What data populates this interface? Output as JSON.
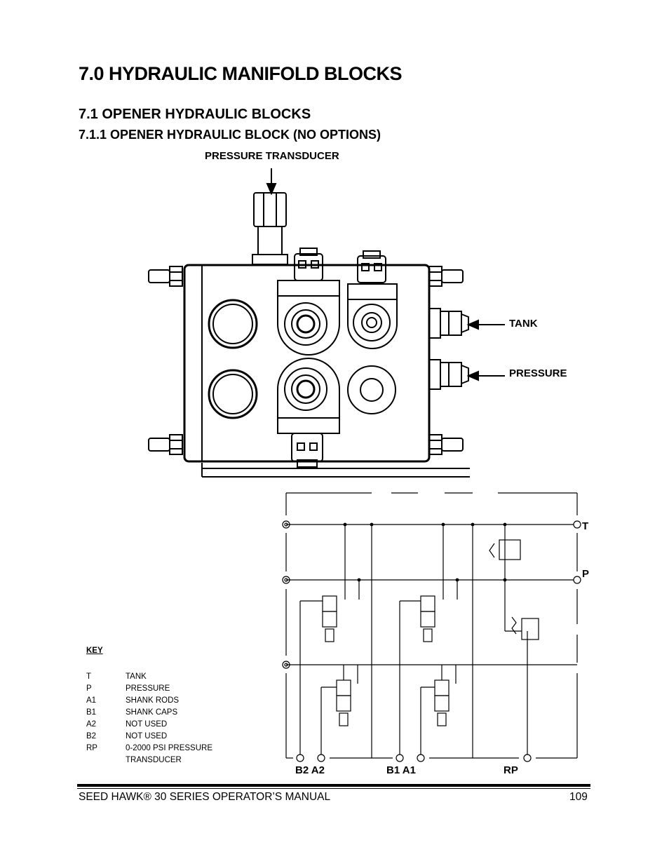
{
  "heading": "7.0  HYDRAULIC MANIFOLD BLOCKS",
  "subheading": "7.1   OPENER HYDRAULIC BLOCKS",
  "subsubheading": "7.1.1   OPENER HYDRAULIC BLOCK (NO OPTIONS)",
  "block_labels": {
    "pressure_transducer": "PRESSURE TRANSDUCER",
    "tank": "TANK",
    "pressure": "PRESSURE"
  },
  "schematic_labels": {
    "t": "T",
    "p": "P",
    "b2_a2": "B2  A2",
    "b1_a1": "B1  A1",
    "rp": "RP"
  },
  "key": {
    "title": "KEY",
    "rows": [
      {
        "code": "T",
        "desc": "TANK"
      },
      {
        "code": "P",
        "desc": "PRESSURE"
      },
      {
        "code": "A1",
        "desc": "SHANK RODS"
      },
      {
        "code": "B1",
        "desc": "SHANK CAPS"
      },
      {
        "code": "A2",
        "desc": "NOT USED"
      },
      {
        "code": "B2",
        "desc": "NOT USED"
      },
      {
        "code": "RP",
        "desc": "0-2000 PSI PRESSURE TRANSDUCER"
      }
    ]
  },
  "footer": {
    "manual": "SEED HAWK® 30 SERIES OPERATOR’S MANUAL",
    "page": "109"
  }
}
